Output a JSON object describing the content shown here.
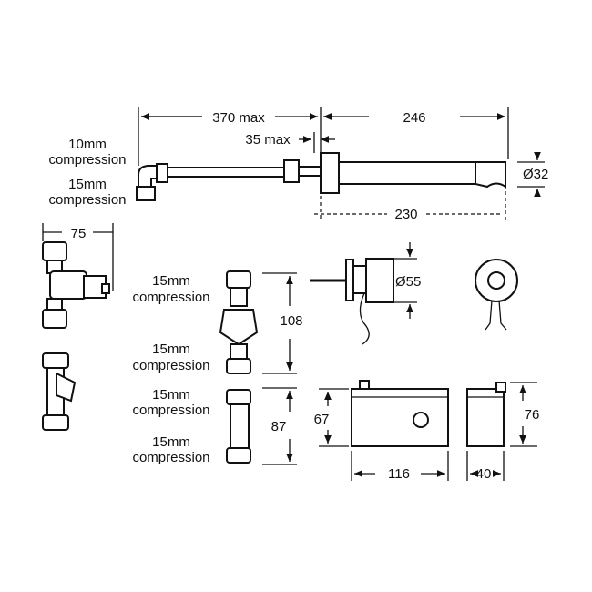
{
  "dimensions": {
    "overall_max": "370 max",
    "spout_length": "246",
    "wall_max": "35 max",
    "spout_diameter": "Ø32",
    "spout_reach": "230",
    "valve_width": "75",
    "valve_height": "108",
    "strainer_height": "87",
    "sensor_diameter": "Ø55",
    "box_height_front": "67",
    "box_height_side": "76",
    "box_width": "116",
    "box_depth": "40"
  },
  "labels": {
    "inlet_10": [
      "10mm",
      "compression"
    ],
    "inlet_15": [
      "15mm",
      "compression"
    ],
    "valve_top": [
      "15mm",
      "compression"
    ],
    "valve_bottom": [
      "15mm",
      "compression"
    ],
    "strainer_top": [
      "15mm",
      "compression"
    ],
    "strainer_bottom": [
      "15mm",
      "compression"
    ]
  }
}
